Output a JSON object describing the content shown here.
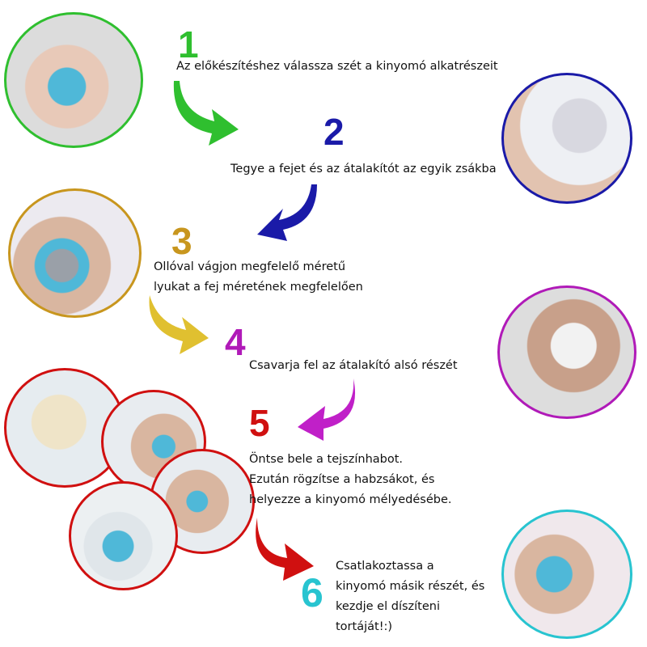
{
  "colors": {
    "step1": "#2fbf2f",
    "step2": "#1a1aa8",
    "step3": "#c8961e",
    "step4": "#b01ab8",
    "step5": "#d01010",
    "step6": "#28c4d0"
  },
  "steps": [
    {
      "number": "1",
      "lines": [
        "Az előkészítéshez válassza szét a kinyomó alkatrészeit"
      ]
    },
    {
      "number": "2",
      "lines": [
        "Tegye a fejet és az átalakítót az egyik zsákba"
      ]
    },
    {
      "number": "3",
      "lines": [
        "Ollóval vágjon megfelelő méretű",
        "lyukat a fej méretének megfelelően"
      ]
    },
    {
      "number": "4",
      "lines": [
        "Csavarja fel az átalakító alsó részét"
      ]
    },
    {
      "number": "5",
      "lines": [
        "Öntse bele a tejszínhabot.",
        "Ezután rögzítse a habzsákot, és",
        "helyezze a kinyomó mélyedésébe."
      ]
    },
    {
      "number": "6",
      "lines": [
        "Csatlakoztassa a",
        "kinyomó másik részét, és",
        "kezdje el díszíteni",
        "tortáját!:)"
      ]
    }
  ]
}
